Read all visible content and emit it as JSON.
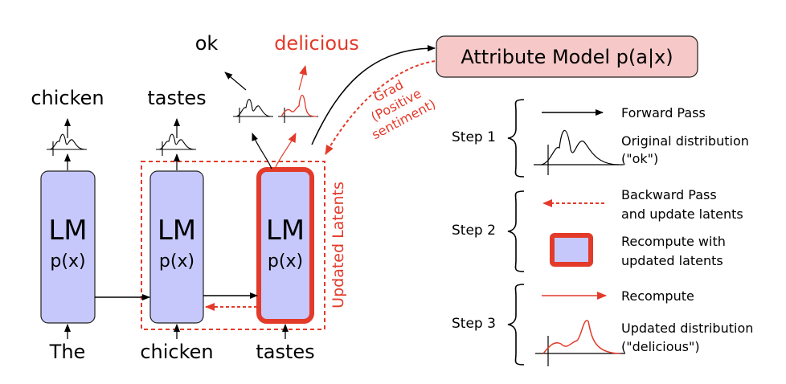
{
  "colors": {
    "lm_fill": "#c6c8fb",
    "red": "#e33a2a",
    "attr_fill": "#f6c8c8"
  },
  "lm_blocks": [
    {
      "title": "LM",
      "subtitle": "p(x)",
      "input": "The",
      "output": "chicken"
    },
    {
      "title": "LM",
      "subtitle": "p(x)",
      "input": "chicken",
      "output": "tastes"
    },
    {
      "title": "LM",
      "subtitle": "p(x)",
      "input": "tastes",
      "output_original": "ok",
      "output_updated": "delicious"
    }
  ],
  "attribute_model": "Attribute Model p(a|x)",
  "grad_label": [
    "Grad",
    "(Positive",
    "sentiment)"
  ],
  "updated_latents_label": "Updated Latents",
  "legend": {
    "steps": [
      {
        "label": "Step 1",
        "items": [
          {
            "icon": "black-arrow-icon",
            "text": [
              "Forward Pass"
            ]
          },
          {
            "icon": "original-distribution-icon",
            "text": [
              "Original distribution",
              "(\"ok\")"
            ]
          }
        ]
      },
      {
        "label": "Step 2",
        "items": [
          {
            "icon": "dashed-red-arrow-icon",
            "text": [
              "Backward Pass",
              "and update latents"
            ]
          },
          {
            "icon": "red-box-icon",
            "text": [
              "Recompute with",
              "updated latents"
            ]
          }
        ]
      },
      {
        "label": "Step 3",
        "items": [
          {
            "icon": "red-arrow-icon",
            "text": [
              "Recompute"
            ]
          },
          {
            "icon": "updated-distribution-icon",
            "text": [
              "Updated distribution",
              "(\"delicious\")"
            ]
          }
        ]
      }
    ]
  }
}
